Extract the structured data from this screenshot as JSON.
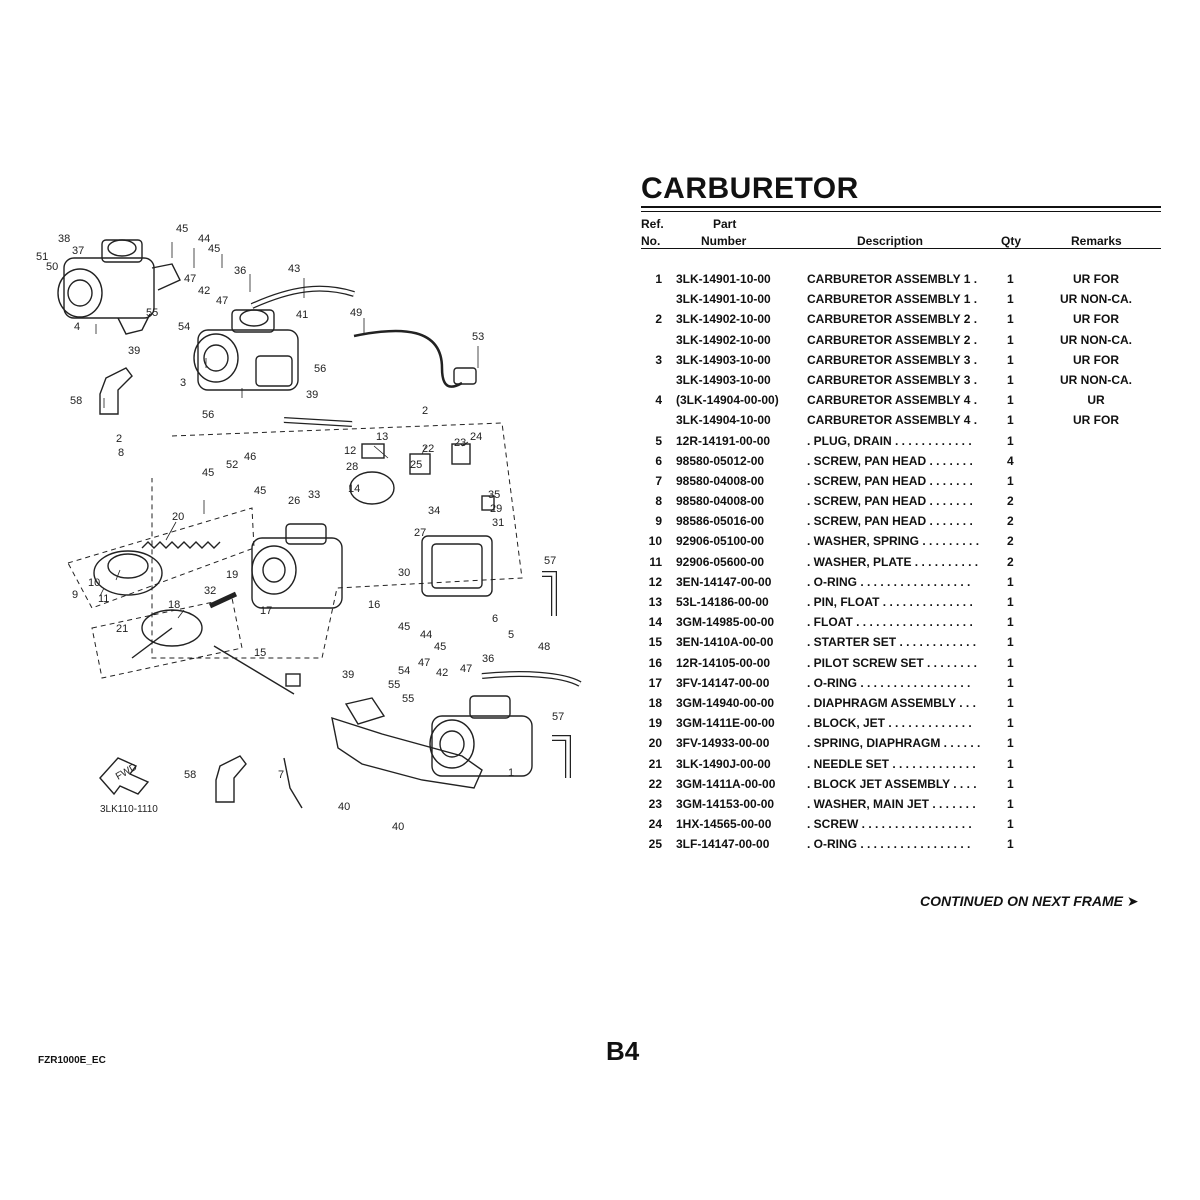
{
  "title": "CARBURETOR",
  "header": {
    "ref_line1": "Ref.",
    "ref_line2": "No.",
    "part_line1": "Part",
    "part_line2": "Number",
    "description": "Description",
    "qty": "Qty",
    "remarks": "Remarks"
  },
  "rows": [
    {
      "ref": "1",
      "part": "3LK-14901-10-00",
      "desc": "CARBURETOR ASSEMBLY 1   .",
      "qty": "1",
      "remarks": "UR FOR"
    },
    {
      "ref": "",
      "part": "3LK-14901-10-00",
      "desc": "CARBURETOR ASSEMBLY 1   .",
      "qty": "1",
      "remarks": "UR NON-CA."
    },
    {
      "ref": "2",
      "part": "3LK-14902-10-00",
      "desc": "CARBURETOR ASSEMBLY 2   .",
      "qty": "1",
      "remarks": "UR FOR"
    },
    {
      "ref": "",
      "part": "3LK-14902-10-00",
      "desc": "CARBURETOR ASSEMBLY 2   .",
      "qty": "1",
      "remarks": "UR NON-CA."
    },
    {
      "ref": "3",
      "part": "3LK-14903-10-00",
      "desc": "CARBURETOR ASSEMBLY 3   .",
      "qty": "1",
      "remarks": "UR FOR"
    },
    {
      "ref": "",
      "part": "3LK-14903-10-00",
      "desc": "CARBURETOR ASSEMBLY 3   .",
      "qty": "1",
      "remarks": "UR NON-CA."
    },
    {
      "ref": "4",
      "part": "(3LK-14904-00-00)",
      "desc": "CARBURETOR ASSEMBLY 4   .",
      "qty": "1",
      "remarks": "UR"
    },
    {
      "ref": "",
      "part": "3LK-14904-10-00",
      "desc": "CARBURETOR ASSEMBLY 4   .",
      "qty": "1",
      "remarks": "UR FOR"
    },
    {
      "ref": "5",
      "part": "12R-14191-00-00",
      "desc": ". PLUG, DRAIN  . . . . . . . . . . . .",
      "qty": "1",
      "remarks": ""
    },
    {
      "ref": "6",
      "part": "98580-05012-00",
      "desc": ". SCREW, PAN HEAD  . . . . . . .",
      "qty": "4",
      "remarks": ""
    },
    {
      "ref": "7",
      "part": "98580-04008-00",
      "desc": ". SCREW, PAN HEAD  . . . . . . .",
      "qty": "1",
      "remarks": ""
    },
    {
      "ref": "8",
      "part": "98580-04008-00",
      "desc": ". SCREW, PAN HEAD  . . . . . . .",
      "qty": "2",
      "remarks": ""
    },
    {
      "ref": "9",
      "part": "98586-05016-00",
      "desc": ". SCREW, PAN HEAD  . . . . . . .",
      "qty": "2",
      "remarks": ""
    },
    {
      "ref": "10",
      "part": "92906-05100-00",
      "desc": ". WASHER, SPRING  . . . . . . . . .",
      "qty": "2",
      "remarks": ""
    },
    {
      "ref": "11",
      "part": "92906-05600-00",
      "desc": ". WASHER, PLATE  . . . . . . . . . .",
      "qty": "2",
      "remarks": ""
    },
    {
      "ref": "12",
      "part": "3EN-14147-00-00",
      "desc": ". O-RING  . . . . . . . . . . . . . . . . .",
      "qty": "1",
      "remarks": ""
    },
    {
      "ref": "13",
      "part": "53L-14186-00-00",
      "desc": ". PIN, FLOAT  . . . . . . . . . . . . . .",
      "qty": "1",
      "remarks": ""
    },
    {
      "ref": "14",
      "part": "3GM-14985-00-00",
      "desc": ". FLOAT  . . . . . . . . . . . . . . . . . .",
      "qty": "1",
      "remarks": ""
    },
    {
      "ref": "15",
      "part": "3EN-1410A-00-00",
      "desc": ". STARTER SET  . . . . . . . . . . . .",
      "qty": "1",
      "remarks": ""
    },
    {
      "ref": "16",
      "part": "12R-14105-00-00",
      "desc": ". PILOT SCREW SET  . . . . . . . .",
      "qty": "1",
      "remarks": ""
    },
    {
      "ref": "17",
      "part": "3FV-14147-00-00",
      "desc": ". O-RING  . . . . . . . . . . . . . . . . .",
      "qty": "1",
      "remarks": ""
    },
    {
      "ref": "18",
      "part": "3GM-14940-00-00",
      "desc": ". DIAPHRAGM ASSEMBLY  . . .",
      "qty": "1",
      "remarks": ""
    },
    {
      "ref": "19",
      "part": "3GM-1411E-00-00",
      "desc": ". BLOCK, JET  . . . . . . . . . . . . .",
      "qty": "1",
      "remarks": ""
    },
    {
      "ref": "20",
      "part": "3FV-14933-00-00",
      "desc": ". SPRING, DIAPHRAGM  . . . . . .",
      "qty": "1",
      "remarks": ""
    },
    {
      "ref": "21",
      "part": "3LK-1490J-00-00",
      "desc": ". NEEDLE SET  . . . . . . . . . . . . .",
      "qty": "1",
      "remarks": ""
    },
    {
      "ref": "22",
      "part": "3GM-1411A-00-00",
      "desc": ". BLOCK JET ASSEMBLY  . . . .",
      "qty": "1",
      "remarks": ""
    },
    {
      "ref": "23",
      "part": "3GM-14153-00-00",
      "desc": ". WASHER, MAIN JET  . . . . . . .",
      "qty": "1",
      "remarks": ""
    },
    {
      "ref": "24",
      "part": "1HX-14565-00-00",
      "desc": ". SCREW  . . . . . . . . . . . . . . . . .",
      "qty": "1",
      "remarks": ""
    },
    {
      "ref": "25",
      "part": "3LF-14147-00-00",
      "desc": ". O-RING  . . . . . . . . . . . . . . . . .",
      "qty": "1",
      "remarks": ""
    }
  ],
  "continued": "CONTINUED ON NEXT FRAME ➤",
  "page_number": "B4",
  "model_code": "FZR1000E_EC",
  "diagram": {
    "drawing_code": "3LK110-1110",
    "fwd_label": "FWD",
    "callouts": [
      "1",
      "2",
      "3",
      "4",
      "5",
      "6",
      "7",
      "8",
      "9",
      "10",
      "11",
      "12",
      "13",
      "14",
      "15",
      "16",
      "17",
      "18",
      "19",
      "20",
      "21",
      "22",
      "23",
      "24",
      "25",
      "26",
      "27",
      "28",
      "29",
      "30",
      "31",
      "32",
      "33",
      "34",
      "35",
      "36",
      "37",
      "38",
      "39",
      "40",
      "41",
      "42",
      "43",
      "44",
      "45",
      "46",
      "47",
      "48",
      "49",
      "50",
      "51",
      "52",
      "53",
      "54",
      "55",
      "56",
      "57",
      "58"
    ]
  }
}
